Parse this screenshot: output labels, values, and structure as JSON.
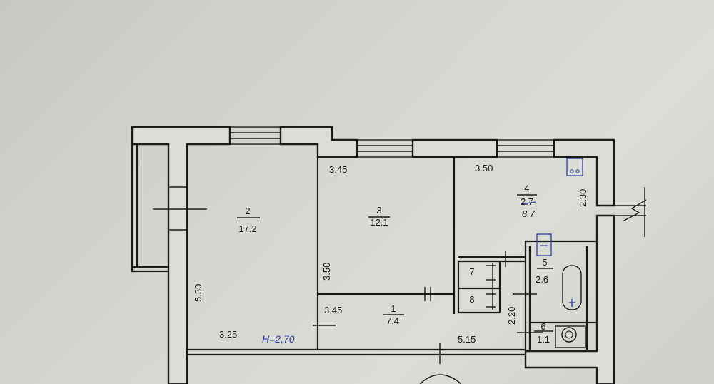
{
  "rooms": [
    {
      "number": "2",
      "area": "17.2"
    },
    {
      "number": "3",
      "area": "12.1"
    },
    {
      "number": "4",
      "area": "2.7",
      "area_corrected": "8.7"
    },
    {
      "number": "5",
      "area": "2.6"
    },
    {
      "number": "1",
      "area": "7.4"
    },
    {
      "number": "6",
      "area": "1.1"
    },
    {
      "number": "7"
    },
    {
      "number": "8"
    }
  ],
  "dimensions": {
    "room3_width": "3.45",
    "room4_width": "3.50",
    "room4_depth": "2.30",
    "room2_length": "5.30",
    "room3_length": "3.50",
    "room2_width": "3.25",
    "corridor_width": "3.45",
    "corridor_length": "5.15",
    "bath_length": "2.20"
  },
  "ceiling_height": "H=2,70"
}
